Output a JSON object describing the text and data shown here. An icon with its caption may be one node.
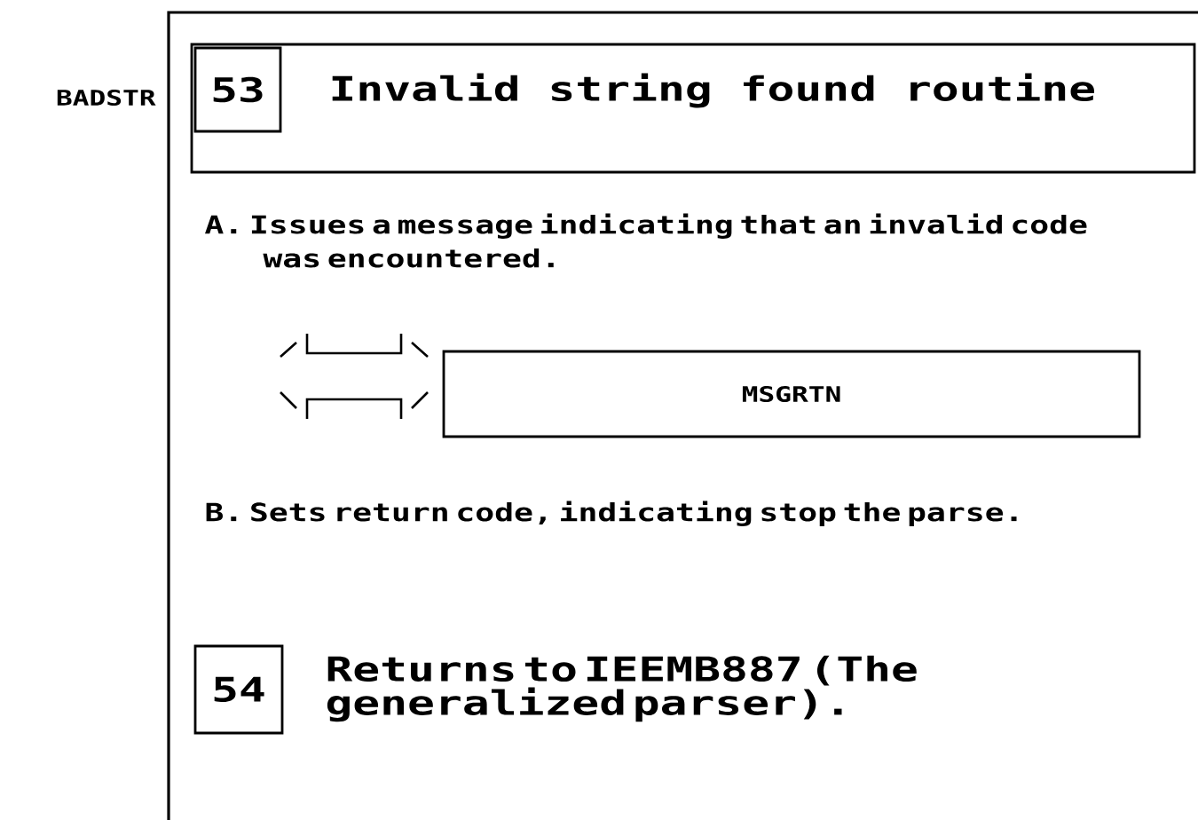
{
  "diagram": {
    "nodes": [
      {
        "text": [
          "Invalid string found routine"
        ],
        "beside": [
          "BADSTR"
        ]
      },
      {
        "text": [
          "53"
        ],
        "in": 0
      },
      {
        "text": [
          "MSGRTN"
        ]
      },
      {
        "text": [
          "54"
        ],
        "beside": [
          "Returns to IEEMB887 (The generalized parser)."
        ]
      }
    ],
    "labels": [
      "A. Issues a message indicating that an invalid code was encountered.",
      "B. Sets return code, indicating stop the parse."
    ]
  }
}
